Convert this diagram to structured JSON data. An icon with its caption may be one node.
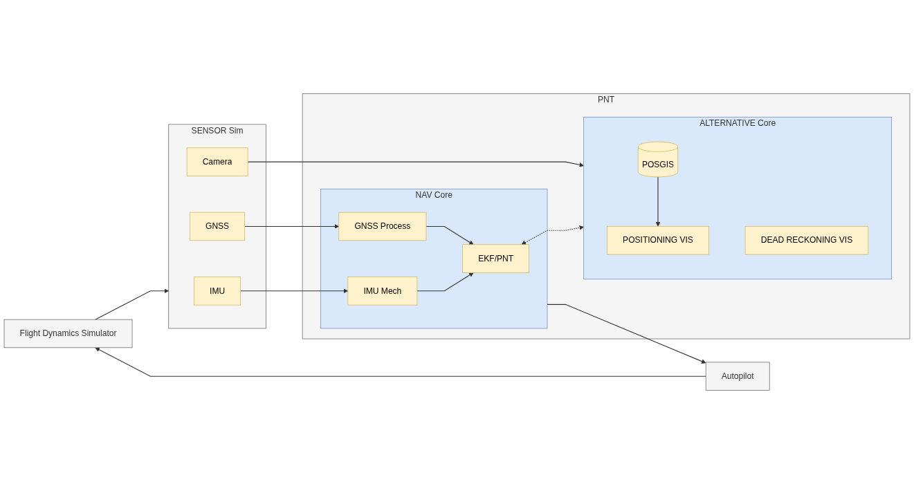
{
  "diagram": {
    "nodes": [
      {
        "text": [
          "Flight Dynamics Simulator"
        ]
      },
      {
        "text": [
          "SENSOR Sim"
        ]
      },
      {
        "text": [
          "Camera"
        ],
        "in": 1
      },
      {
        "text": [
          "GNSS"
        ],
        "in": 1
      },
      {
        "text": [
          "IMU"
        ],
        "in": 1
      },
      {
        "text": [
          "PNT"
        ]
      },
      {
        "text": [
          "ALTERNATIVE Core"
        ],
        "in": 5
      },
      {
        "text": [
          "DEAD RECKONING VIS"
        ],
        "in": 6
      },
      {
        "text": [
          "POSGIS"
        ],
        "in": 6
      },
      {
        "text": [
          "POSITIONING VIS"
        ],
        "in": 6
      },
      {
        "text": [
          "NAV Core"
        ],
        "in": 5
      },
      {
        "text": [
          "GNSS Process"
        ],
        "in": 10
      },
      {
        "text": [
          "IMU Mech"
        ],
        "in": 10
      },
      {
        "text": [
          "EKF/PNT"
        ],
        "in": 10
      },
      {
        "text": [
          "Autopilot"
        ]
      }
    ],
    "edges": [
      {
        "from": 0,
        "to": 1,
        "arrow": "to"
      },
      {
        "from": 2,
        "to": 6,
        "arrow": "to"
      },
      {
        "from": 8,
        "to": 9,
        "arrow": "to"
      },
      {
        "from": 3,
        "to": 11,
        "arrow": "to"
      },
      {
        "from": 4,
        "to": 12,
        "arrow": "to"
      },
      {
        "from": 11,
        "to": 13,
        "arrow": "to"
      },
      {
        "from": 12,
        "to": 13,
        "arrow": "to"
      },
      {
        "from": 13,
        "to": 6,
        "arrow": "both",
        "style": "dashed"
      },
      {
        "from": 10,
        "to": 14,
        "arrow": "to"
      },
      {
        "from": 14,
        "to": 0,
        "arrow": "to"
      }
    ]
  }
}
